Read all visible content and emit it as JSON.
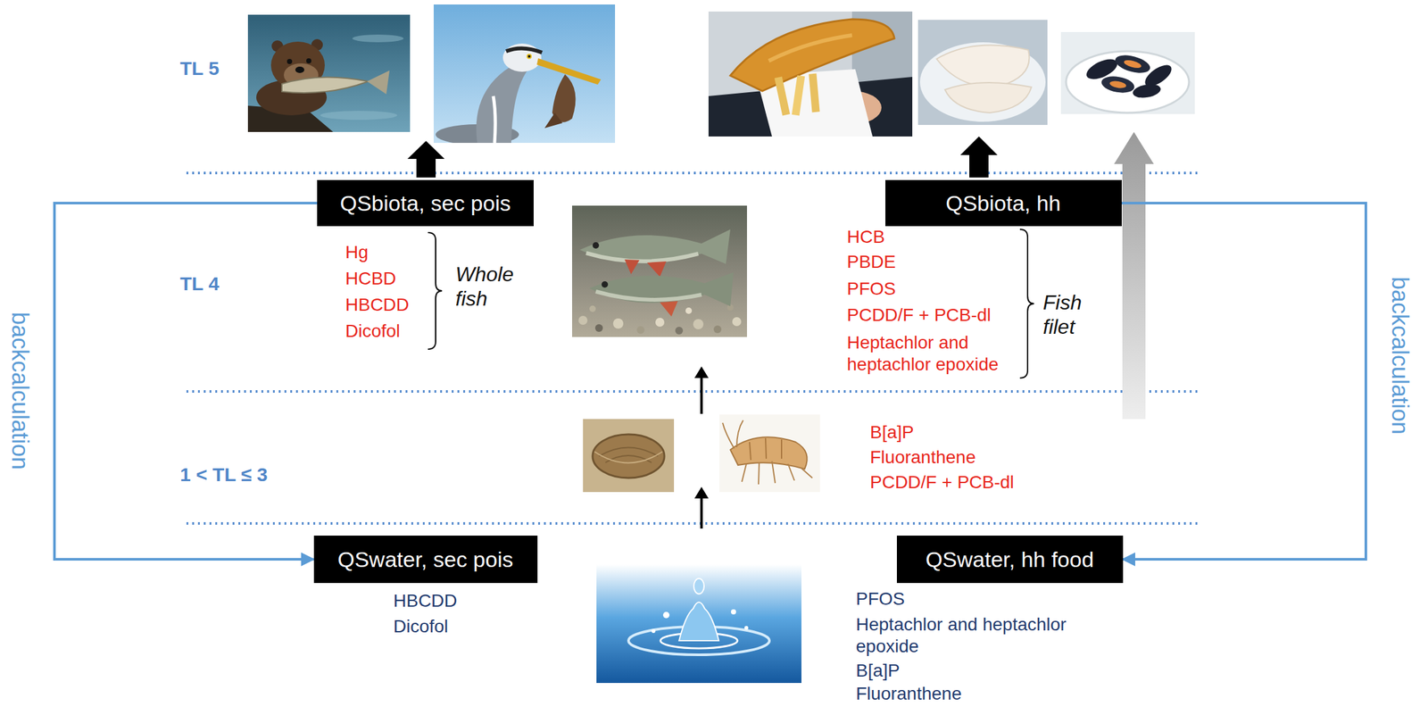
{
  "diagram": {
    "nodes": [
      {
        "text": [
          "QSbiota, sec pois"
        ]
      },
      {
        "text": [
          "QSbiota, hh"
        ]
      },
      {
        "text": [
          "QSwater, sec pois"
        ]
      },
      {
        "text": [
          "QSwater, hh food"
        ]
      }
    ],
    "edges": [
      {
        "from": 0,
        "to": 2,
        "arrow": "to",
        "label": "backcalculation"
      },
      {
        "from": 1,
        "to": 3,
        "arrow": "to",
        "label": "backcalculation"
      }
    ],
    "labels": [
      "TL 5",
      "TL 4",
      "1 < TL ≤ 3",
      "Hg",
      "HCBD",
      "HBCDD",
      "Dicofol",
      "Whole fish",
      "HCB",
      "PBDE",
      "PFOS",
      "PCDD/F + PCB-dl",
      "Heptachlor and heptachlor epoxide",
      "Fish filet",
      "B[a]P",
      "Fluoranthene",
      "PCDD/F + PCB-dl",
      "HBCDD",
      "Dicofol",
      "PFOS",
      "Heptachlor and heptachlor epoxide",
      "B[a]P",
      "Fluoranthene"
    ]
  }
}
